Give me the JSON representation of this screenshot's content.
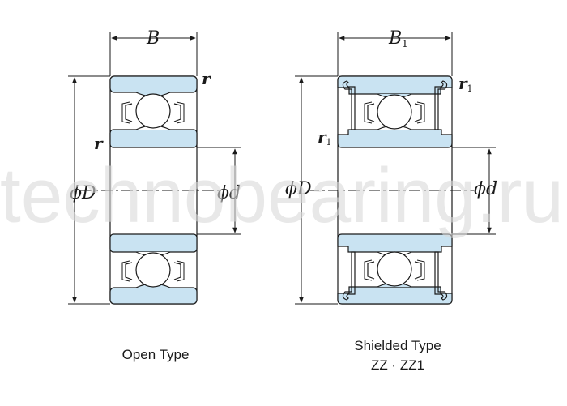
{
  "colors": {
    "ring_fill": "#c9e3f2",
    "outline": "#1a1a1a",
    "watermark": "#d9d9d9"
  },
  "open_type": {
    "caption": "Open Type",
    "dim_width": "B",
    "dim_outer_diameter": "ϕD",
    "dim_bore": "ϕd",
    "chamfer_top": "r",
    "chamfer_side": "r"
  },
  "shielded_type": {
    "caption_line1": "Shielded Type",
    "caption_line2": "ZZ · ZZ1",
    "dim_width": "B",
    "dim_width_sub": "1",
    "dim_outer_diameter": "ϕD",
    "dim_bore": "ϕd",
    "chamfer_top": "r",
    "chamfer_top_sub": "1",
    "chamfer_side": "r",
    "chamfer_side_sub": "1"
  },
  "watermark": "technobearing.ru"
}
